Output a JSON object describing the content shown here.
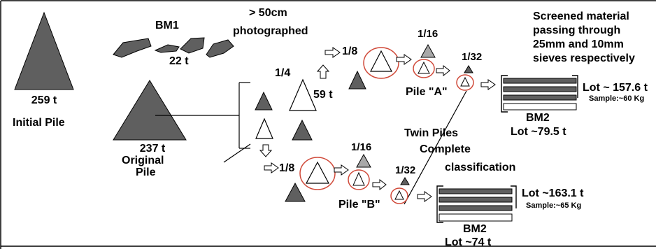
{
  "colors": {
    "dark_fill": "#5f5f5f",
    "light_fill": "#a8a8a8",
    "outline": "#000000",
    "circle": "#d04a3a",
    "background": "#ffffff"
  },
  "initial_pile": {
    "mass": "259 t",
    "label": "Initial Pile"
  },
  "bm1": {
    "title": "BM1",
    "mass": "22 t"
  },
  "photographed": {
    "line1": "> 50cm",
    "line2": "photographed"
  },
  "original_pile": {
    "mass": "237 t",
    "line1": "Original",
    "line2": "Pile"
  },
  "split": {
    "quarter": "1/4",
    "mass": "59 t"
  },
  "upper_branch": {
    "eighth": "1/8",
    "sixteenth": "1/16",
    "thirty_second": "1/32",
    "pile_name": "Pile \"A\""
  },
  "lower_branch": {
    "eighth": "1/8",
    "sixteenth": "1/16",
    "thirty_second": "1/32",
    "pile_name": "Pile \"B\""
  },
  "screened_note": {
    "line1": "Screened material",
    "line2": "passing through",
    "line3": "25mm and 10mm",
    "line4": "sieves respectively"
  },
  "lot_a": {
    "lot": "Lot ~ 157.6 t",
    "sample": "Sample:~60 Kg",
    "bm2": "BM2",
    "lot2": "Lot ~79.5 t"
  },
  "lot_b": {
    "lot": "Lot ~163.1 t",
    "sample": "Sample:~65 Kg",
    "bm2": "BM2",
    "lot2": "Lot ~74 t"
  },
  "twin": {
    "line1": "Twin Piles",
    "line2": "Complete",
    "line3": "classification"
  }
}
